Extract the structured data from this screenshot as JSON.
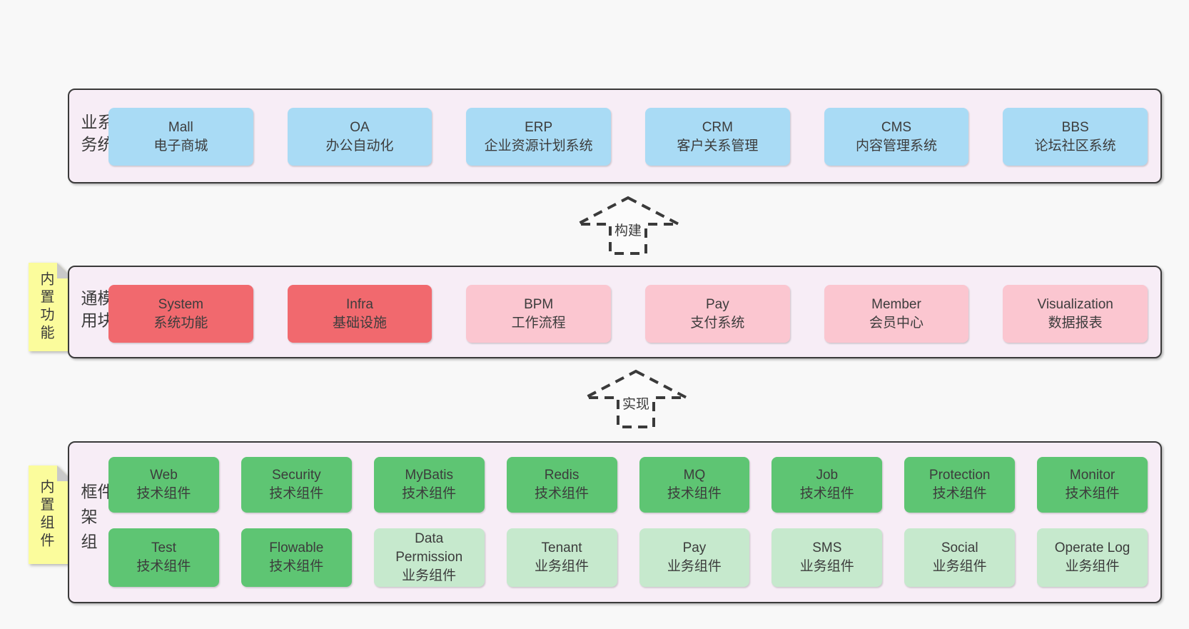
{
  "colors": {
    "blue": "#a9dbf5",
    "red": "#f1696e",
    "pink": "#fbc6d0",
    "green": "#5ec573",
    "greenLight": "#c6e9cd",
    "noteYellow": "#fbfc9c",
    "bandBackground": "#f7edf6",
    "bandBorder": "#3a3a3a",
    "pageBackground": "#f8f8f8",
    "arrowStroke": "#3a3a3a"
  },
  "bands": [
    {
      "label": "业务系统",
      "boxes": [
        {
          "name": "Mall",
          "desc": "电子商城",
          "variant": "blue"
        },
        {
          "name": "OA",
          "desc": "办公自动化",
          "variant": "blue"
        },
        {
          "name": "ERP",
          "desc": "企业资源计划系统",
          "variant": "blue"
        },
        {
          "name": "CRM",
          "desc": "客户关系管理",
          "variant": "blue"
        },
        {
          "name": "CMS",
          "desc": "内容管理系统",
          "variant": "blue"
        },
        {
          "name": "BBS",
          "desc": "论坛社区系统",
          "variant": "blue"
        }
      ]
    },
    {
      "label": "通用模块",
      "note": "内置功能",
      "boxes": [
        {
          "name": "System",
          "desc": "系统功能",
          "variant": "red"
        },
        {
          "name": "Infra",
          "desc": "基础设施",
          "variant": "red"
        },
        {
          "name": "BPM",
          "desc": "工作流程",
          "variant": "pink"
        },
        {
          "name": "Pay",
          "desc": "支付系统",
          "variant": "pink"
        },
        {
          "name": "Member",
          "desc": "会员中心",
          "variant": "pink"
        },
        {
          "name": "Visualization",
          "desc": "数据报表",
          "variant": "pink"
        }
      ]
    },
    {
      "label": "框架组件",
      "note": "内置组件",
      "boxes": [
        {
          "name": "Web",
          "desc": "技术组件",
          "variant": "green"
        },
        {
          "name": "Security",
          "desc": "技术组件",
          "variant": "green"
        },
        {
          "name": "MyBatis",
          "desc": "技术组件",
          "variant": "green"
        },
        {
          "name": "Redis",
          "desc": "技术组件",
          "variant": "green"
        },
        {
          "name": "MQ",
          "desc": "技术组件",
          "variant": "green"
        },
        {
          "name": "Job",
          "desc": "技术组件",
          "variant": "green"
        },
        {
          "name": "Protection",
          "desc": "技术组件",
          "variant": "green"
        },
        {
          "name": "Monitor",
          "desc": "技术组件",
          "variant": "green"
        },
        {
          "name": "Test",
          "desc": "技术组件",
          "variant": "green"
        },
        {
          "name": "Flowable",
          "desc": "技术组件",
          "variant": "green"
        },
        {
          "name": "Data Permission",
          "desc": "业务组件",
          "variant": "greenLight"
        },
        {
          "name": "Tenant",
          "desc": "业务组件",
          "variant": "greenLight"
        },
        {
          "name": "Pay",
          "desc": "业务组件",
          "variant": "greenLight"
        },
        {
          "name": "SMS",
          "desc": "业务组件",
          "variant": "greenLight"
        },
        {
          "name": "Social",
          "desc": "业务组件",
          "variant": "greenLight"
        },
        {
          "name": "Operate Log",
          "desc": "业务组件",
          "variant": "greenLight"
        }
      ]
    }
  ],
  "arrows": [
    {
      "label": "构建"
    },
    {
      "label": "实现"
    }
  ]
}
